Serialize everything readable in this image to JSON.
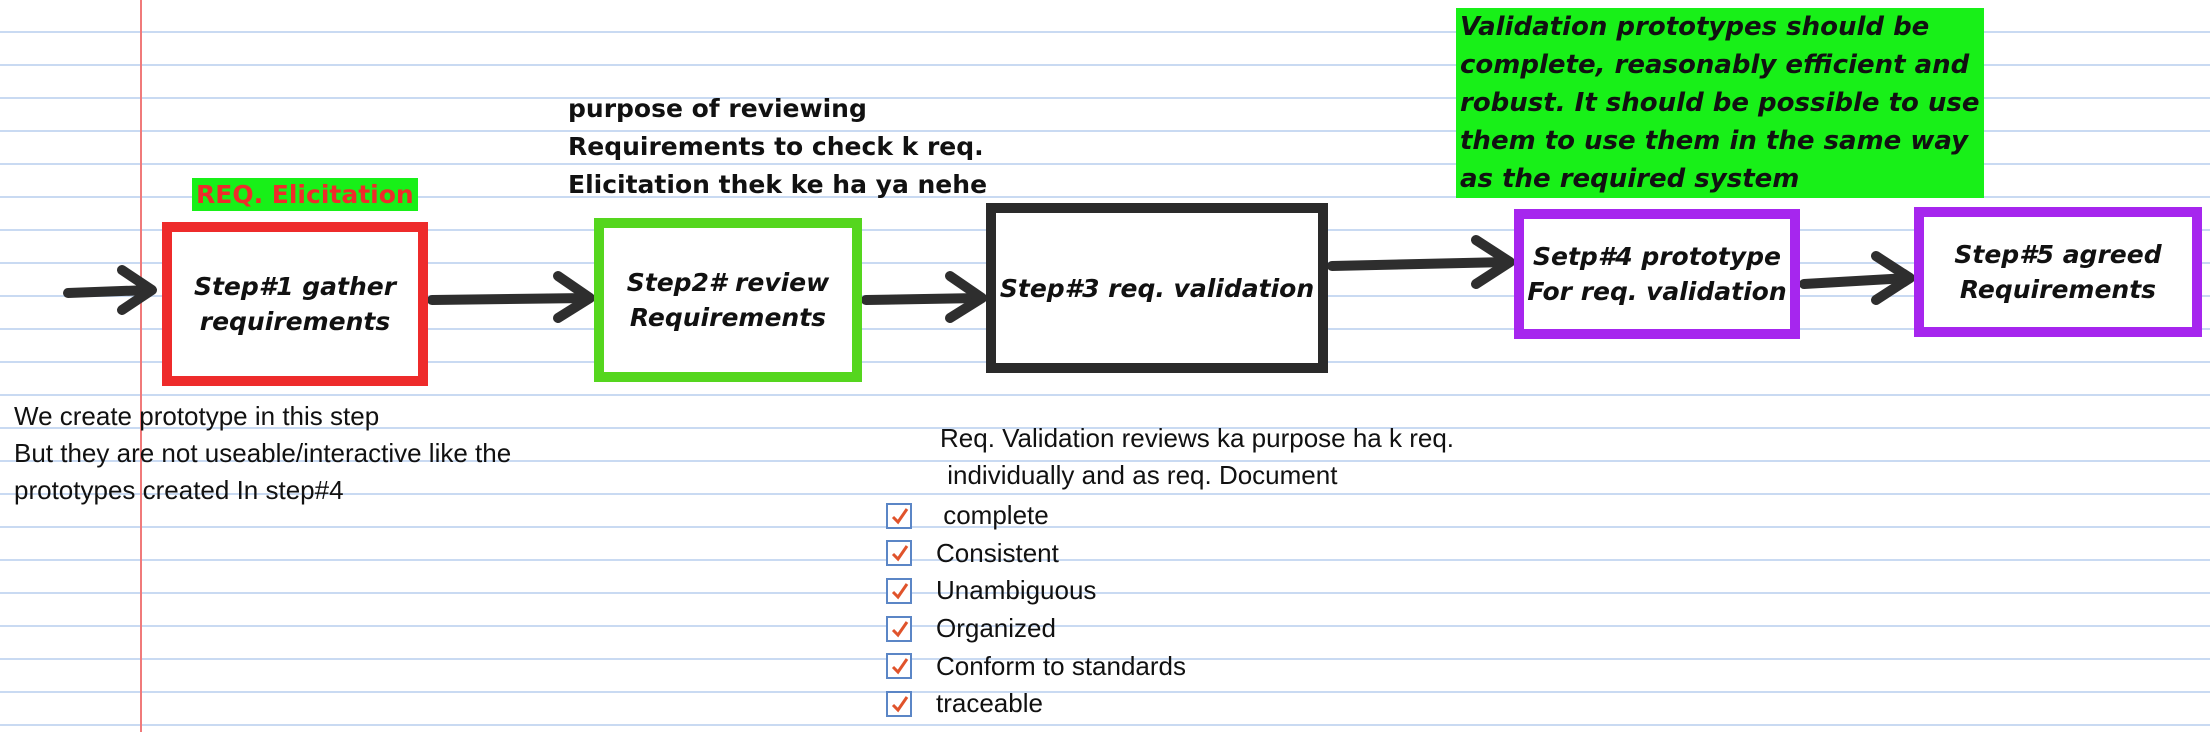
{
  "steps": [
    {
      "label": "Step#1 gather\nrequirements",
      "border_color": "#ee2b2b"
    },
    {
      "label": "Step2# review\nRequirements",
      "border_color": "#55d61e"
    },
    {
      "label": "Step#3 req. validation",
      "border_color": "#2a2a2a"
    },
    {
      "label": "Setp#4 prototype\nFor req. validation",
      "border_color": "#a626ee"
    },
    {
      "label": "Step#5 agreed\nRequirements",
      "border_color": "#a626ee"
    }
  ],
  "labels": {
    "elicitation": "REQ. Elicitation",
    "review_purpose": [
      "purpose of reviewing",
      "Requirements to check k req.",
      "Elicitation thek ke ha ya nehe"
    ],
    "prototype_note": [
      "Validation prototypes should be",
      "complete, reasonably efficient and",
      "robust. It should be possible to use",
      "them to use them in the same way",
      "as the required system"
    ],
    "step1_note": [
      "We create prototype in this step",
      "But they are not useable/interactive like the",
      "prototypes created In step#4"
    ],
    "validation_note": [
      "Req. Validation reviews ka purpose  ha k req.",
      " individually and as req. Document"
    ]
  },
  "checklist": [
    " complete",
    "Consistent",
    "Unambiguous",
    "Organized",
    "Conform to standards",
    "traceable"
  ],
  "colors": {
    "highlight": "#18f018",
    "elicitation_text": "#ef2b2b",
    "arrow": "#2e2e2e",
    "check_mark": "#e0532b",
    "checkbox_border": "#5b86c6",
    "ruled_line": "#c9daf2",
    "margin_line": "#f07a7a"
  }
}
